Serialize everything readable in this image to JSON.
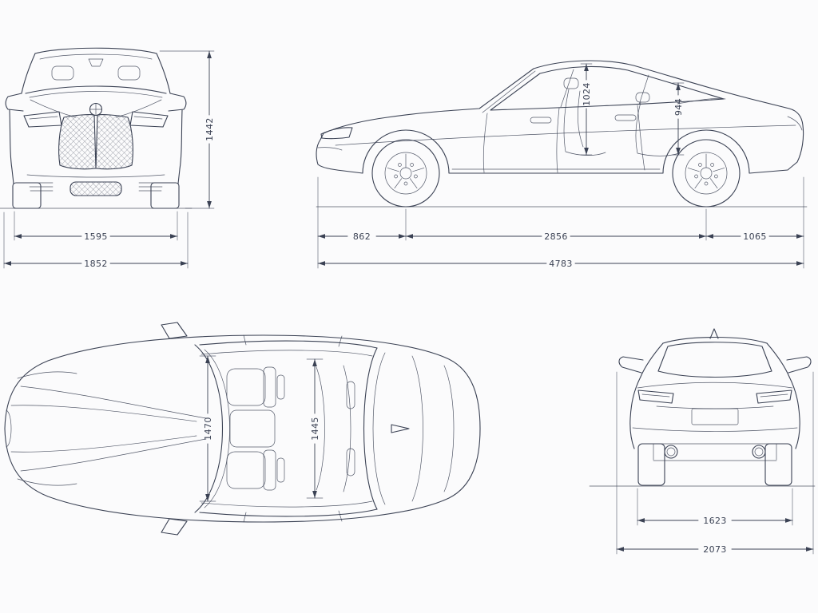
{
  "diagram": {
    "line_color": "#3b4254",
    "background_color": "#fbfbfc",
    "front_view": {
      "dims": {
        "height": "1442",
        "track": "1595",
        "width": "1852"
      }
    },
    "side_view": {
      "dims": {
        "headroom_front": "1024",
        "headroom_rear": "944",
        "overhang_front": "862",
        "wheelbase": "2856",
        "overhang_rear": "1065",
        "length": "4783"
      }
    },
    "top_view": {
      "dims": {
        "interior_width_front": "1470",
        "interior_width_rear": "1445"
      }
    },
    "rear_view": {
      "dims": {
        "track_rear": "1623",
        "width_incl_mirrors": "2073"
      }
    }
  }
}
